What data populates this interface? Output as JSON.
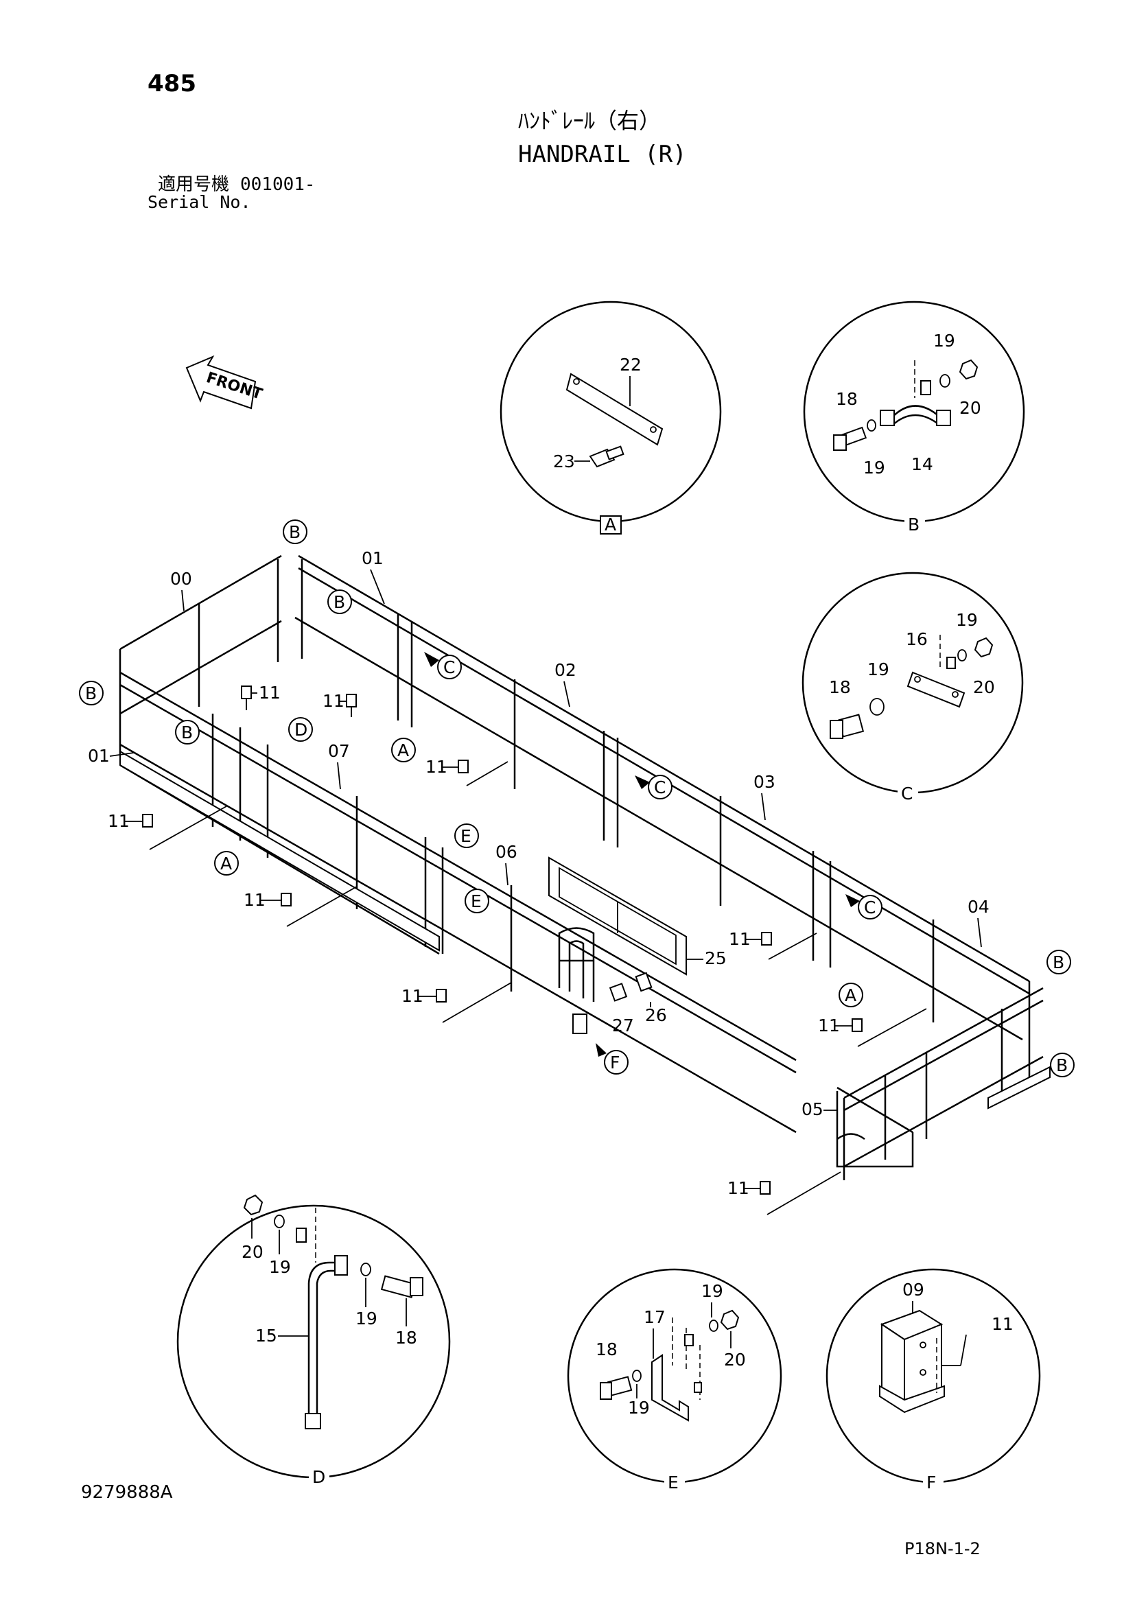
{
  "page_number": "485",
  "title_jp": "ﾊﾝﾄﾞﾚｰﾙ（右）",
  "title_en": "HANDRAIL (R)",
  "serial_label_jp": "適用号機",
  "serial_range": "001001-",
  "serial_label_en": "Serial No.",
  "front_label": "FRONT",
  "drawing_number": "9279888A",
  "page_code": "P18N-1-2",
  "detail_views": {
    "A": {
      "label": "A",
      "parts": [
        "22",
        "23"
      ]
    },
    "B": {
      "label": "B",
      "parts": [
        "19",
        "20",
        "18",
        "19",
        "14"
      ]
    },
    "C": {
      "label": "C",
      "parts": [
        "19",
        "16",
        "19",
        "18",
        "20"
      ]
    },
    "D": {
      "label": "D",
      "parts": [
        "20",
        "19",
        "19",
        "18",
        "15"
      ]
    },
    "E": {
      "label": "E",
      "parts": [
        "19",
        "17",
        "18",
        "20",
        "19"
      ]
    },
    "F": {
      "label": "F",
      "parts": [
        "09",
        "11"
      ]
    }
  },
  "main_part_labels": [
    "00",
    "01",
    "02",
    "03",
    "04",
    "05",
    "06",
    "07",
    "01",
    "25",
    "26",
    "27"
  ],
  "fastener_labels": [
    "11",
    "11",
    "11",
    "11",
    "11",
    "11",
    "11",
    "11",
    "11",
    "11"
  ],
  "callout_letters": [
    "B",
    "B",
    "B",
    "B",
    "C",
    "D",
    "A",
    "C",
    "A",
    "E",
    "E",
    "C",
    "A",
    "B",
    "B",
    "F"
  ]
}
